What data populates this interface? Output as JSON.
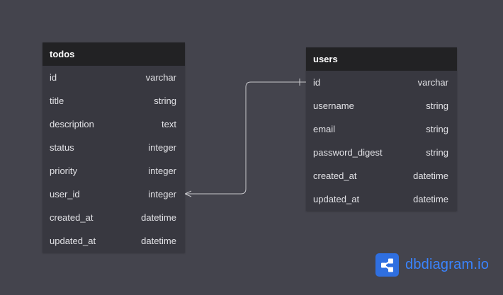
{
  "tables": {
    "todos": {
      "name": "todos",
      "fields": [
        {
          "name": "id",
          "type": "varchar"
        },
        {
          "name": "title",
          "type": "string"
        },
        {
          "name": "description",
          "type": "text"
        },
        {
          "name": "status",
          "type": "integer"
        },
        {
          "name": "priority",
          "type": "integer"
        },
        {
          "name": "user_id",
          "type": "integer"
        },
        {
          "name": "created_at",
          "type": "datetime"
        },
        {
          "name": "updated_at",
          "type": "datetime"
        }
      ]
    },
    "users": {
      "name": "users",
      "fields": [
        {
          "name": "id",
          "type": "varchar"
        },
        {
          "name": "username",
          "type": "string"
        },
        {
          "name": "email",
          "type": "string"
        },
        {
          "name": "password_digest",
          "type": "string"
        },
        {
          "name": "created_at",
          "type": "datetime"
        },
        {
          "name": "updated_at",
          "type": "datetime"
        }
      ]
    }
  },
  "relationships": [
    {
      "from": "todos.user_id",
      "to": "users.id",
      "cardinality": "many-to-one"
    }
  ],
  "brand": {
    "name": "dbdiagram",
    "suffix": ".io",
    "icon": "share-network-icon",
    "color": "#3a84ff"
  },
  "colors": {
    "canvas": "#44444d",
    "table_header": "#222224",
    "table_body": "#383840",
    "connector": "#c8c8cc"
  }
}
